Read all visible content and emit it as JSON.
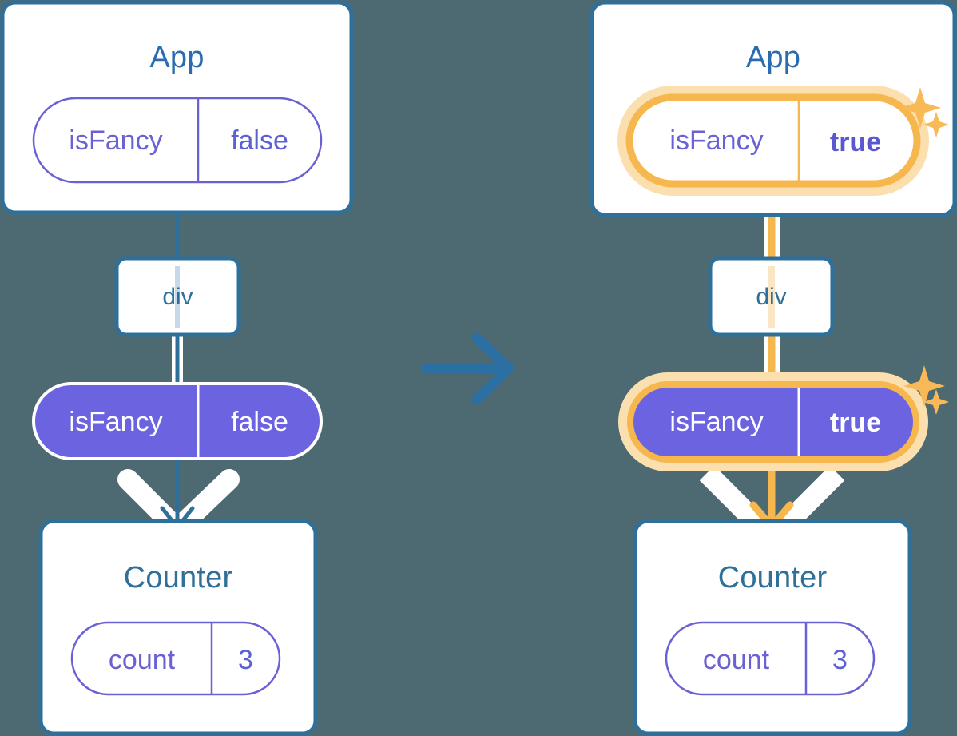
{
  "meta": {
    "background_color": "#4d6a73",
    "accent_blue": "#2e7099",
    "purple": "#6b63df",
    "purple_text": "#6a62d4",
    "highlight_orange": "#f5b74e",
    "highlight_orange_soft": "#fbdfae",
    "white": "#ffffff"
  },
  "transition_arrow": {
    "icon": "arrow-right-icon",
    "color": "#2b6fa3",
    "direction": "right"
  },
  "panels": [
    {
      "id": "before",
      "state_label": "before",
      "app": {
        "title": "App",
        "prop": {
          "key": "isFancy",
          "value": "false",
          "style": "outline",
          "highlighted": false,
          "bold_value": false
        }
      },
      "div": {
        "title": "div"
      },
      "prop_pill": {
        "key": "isFancy",
        "value": "false",
        "style": "filled",
        "highlighted": false,
        "bold_value": false
      },
      "counter": {
        "title": "Counter",
        "prop": {
          "key": "count",
          "value": "3",
          "style": "outline",
          "highlighted": false,
          "bold_value": false
        }
      },
      "connector_color": "#2e7099",
      "arrow_color": "#2e7099",
      "sparkles": []
    },
    {
      "id": "after",
      "state_label": "after",
      "app": {
        "title": "App",
        "prop": {
          "key": "isFancy",
          "value": "true",
          "style": "outline",
          "highlighted": true,
          "bold_value": true
        }
      },
      "div": {
        "title": "div"
      },
      "prop_pill": {
        "key": "isFancy",
        "value": "true",
        "style": "filled",
        "highlighted": true,
        "bold_value": true
      },
      "counter": {
        "title": "Counter",
        "prop": {
          "key": "count",
          "value": "3",
          "style": "outline",
          "highlighted": false,
          "bold_value": false
        }
      },
      "connector_color": "#f5b74e",
      "arrow_color": "#f5b74e",
      "sparkles": [
        "sparkle-large",
        "sparkle-small",
        "sparkle-large",
        "sparkle-small"
      ]
    }
  ]
}
